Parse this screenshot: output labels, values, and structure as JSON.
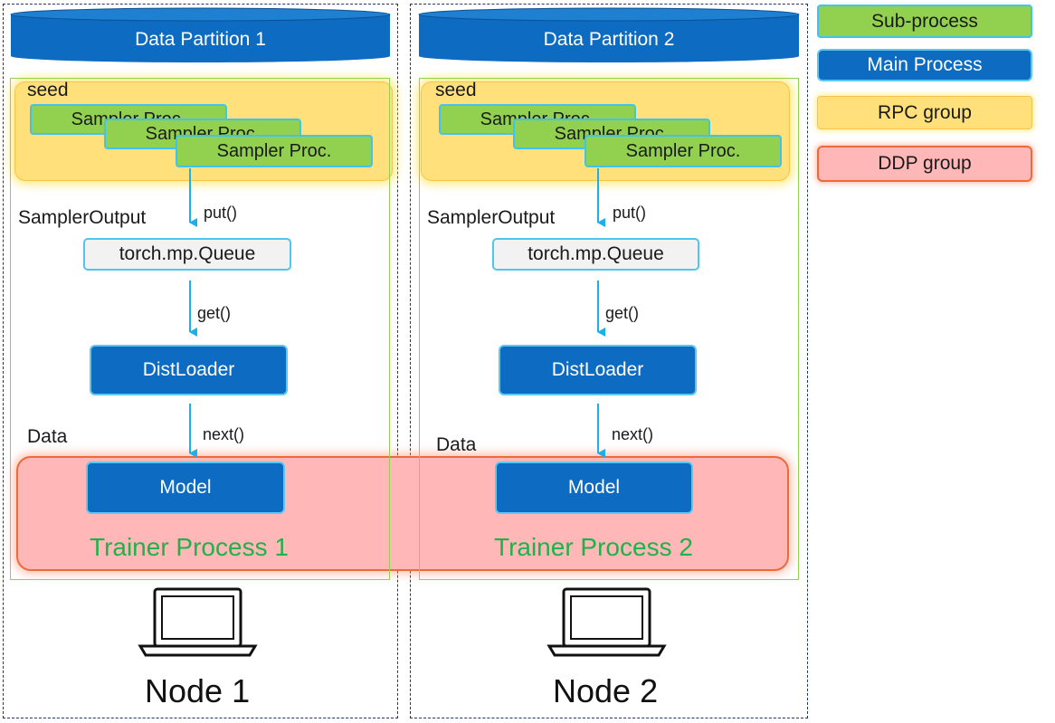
{
  "legend": {
    "subprocess": "Sub-process",
    "main_process": "Main Process",
    "rpc_group": "RPC group",
    "ddp_group": "DDP group"
  },
  "colors": {
    "subprocess": "#92d050",
    "main_process": "#0d6cc1",
    "rpc_group": "#ffe07a",
    "ddp_group": "#ffb7b7",
    "trainer_text": "#1fb24a",
    "arrow": "#1ab0ea"
  },
  "nodes": [
    {
      "partition": "Data Partition 1",
      "seed": "seed",
      "samplers": [
        "Sampler Proc.",
        "Sampler Proc.",
        "Sampler Proc."
      ],
      "sampler_output": "SamplerOutput",
      "put": "put()",
      "queue": "torch.mp.Queue",
      "get": "get()",
      "loader": "DistLoader",
      "next": "next()",
      "data": "Data",
      "model": "Model",
      "trainer": "Trainer Process 1",
      "node_label": "Node 1"
    },
    {
      "partition": "Data Partition 2",
      "seed": "seed",
      "samplers": [
        "Sampler Proc.",
        "Sampler Proc.",
        "Sampler Proc."
      ],
      "sampler_output": "SamplerOutput",
      "put": "put()",
      "queue": "torch.mp.Queue",
      "get": "get()",
      "loader": "DistLoader",
      "next": "next()",
      "data": "Data",
      "model": "Model",
      "trainer": "Trainer Process 2",
      "node_label": "Node 2"
    }
  ]
}
